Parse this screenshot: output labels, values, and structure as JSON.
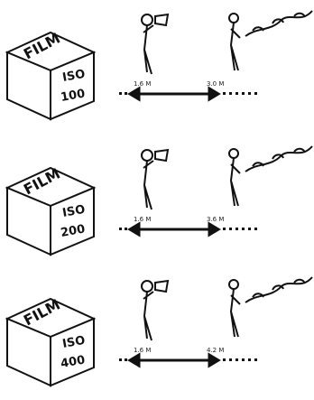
{
  "panels": [
    {
      "box_label": "FILM",
      "iso_label": "ISO",
      "iso_value": "100",
      "near_distance": "1.6 M",
      "far_distance": "3.0 M"
    },
    {
      "box_label": "FILM",
      "iso_label": "ISO",
      "iso_value": "200",
      "near_distance": "1.6 M",
      "far_distance": "3.6 M"
    },
    {
      "box_label": "FILM",
      "iso_label": "ISO",
      "iso_value": "400",
      "near_distance": "1.6 M",
      "far_distance": "4.2 M"
    }
  ],
  "icons": [
    "film-box-icon",
    "photographer-with-flash-icon",
    "standing-person-icon",
    "tree-branch-icon",
    "double-arrow-icon"
  ],
  "colors": {
    "ink": "#111111",
    "background": "#ffffff"
  }
}
